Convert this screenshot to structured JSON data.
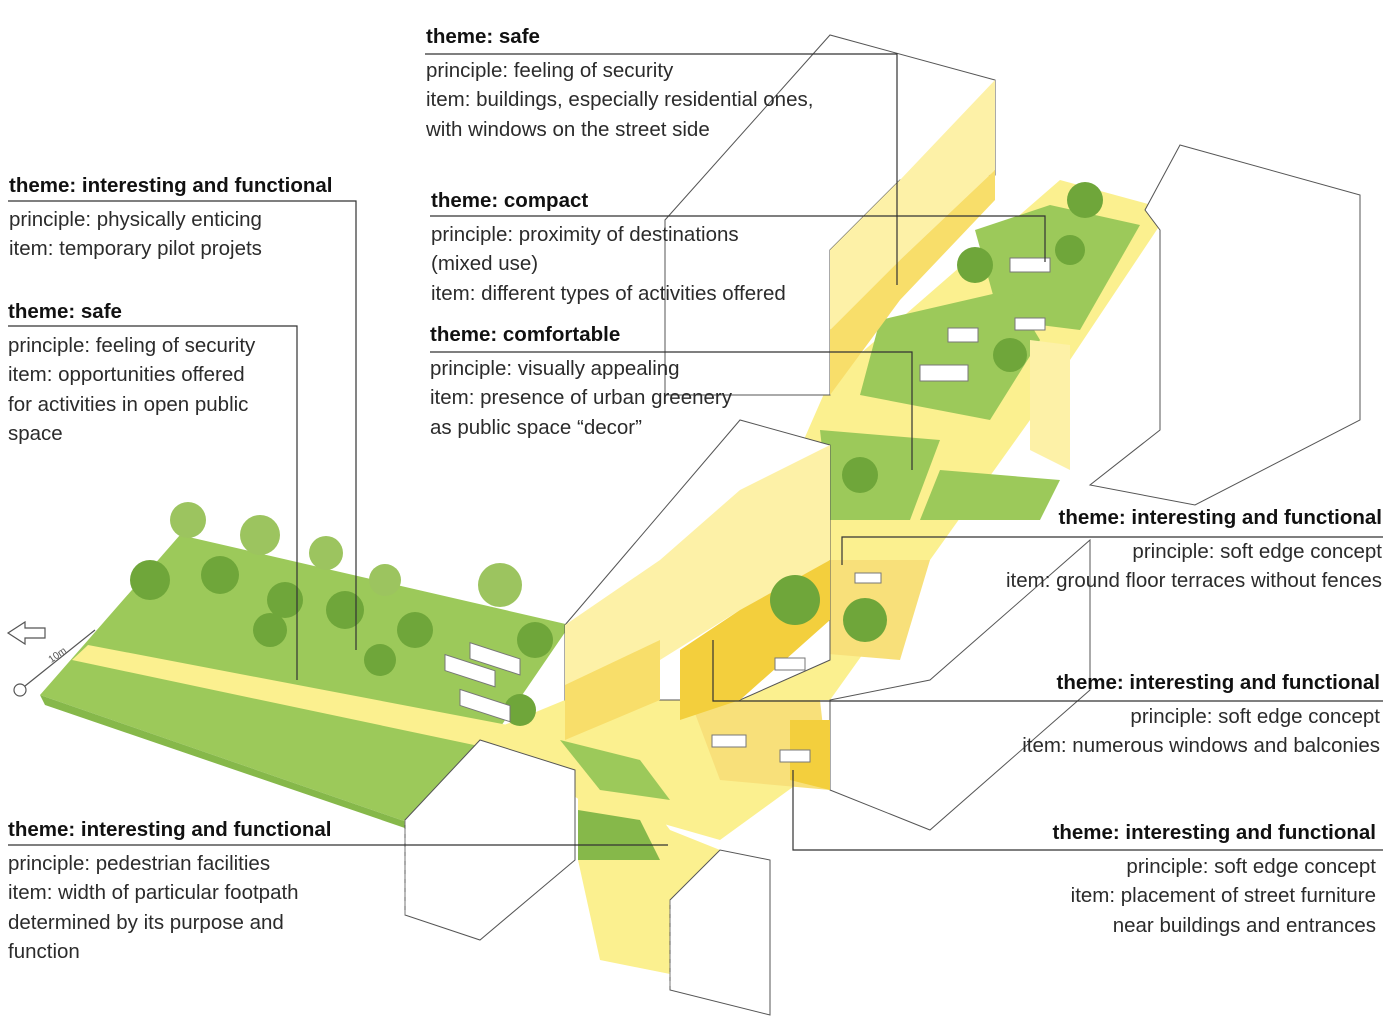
{
  "annotations": [
    {
      "id": "safe-top",
      "theme": "theme: safe",
      "lines": [
        "principle: feeling of security",
        "item: buildings, especially residential ones,",
        "with windows on the street side"
      ]
    },
    {
      "id": "interesting-left-top",
      "theme": "theme: interesting and functional",
      "lines": [
        "principle: physically enticing",
        "item: temporary pilot projets"
      ]
    },
    {
      "id": "compact",
      "theme": "theme: compact",
      "lines": [
        "principle: proximity of destinations",
        "(mixed use)",
        "item: different types of activities offered"
      ]
    },
    {
      "id": "safe-left",
      "theme": "theme: safe",
      "lines": [
        "principle: feeling of security",
        "item: opportunities offered",
        "for activities in open public",
        "space"
      ]
    },
    {
      "id": "comfortable",
      "theme": "theme: comfortable",
      "lines": [
        "principle: visually appealing",
        "item: presence of urban greenery",
        "as public space “decor”"
      ]
    },
    {
      "id": "interesting-right-1",
      "theme": "theme: interesting and functional",
      "lines": [
        "principle: soft edge concept",
        "item: ground floor terraces without fences"
      ]
    },
    {
      "id": "interesting-right-2",
      "theme": "theme: interesting and functional",
      "lines": [
        "principle: soft edge concept",
        "item: numerous windows and balconies"
      ]
    },
    {
      "id": "interesting-bottom-left",
      "theme": "theme: interesting and functional",
      "lines": [
        "principle: pedestrian facilities",
        "item: width of particular footpath",
        "determined by its purpose and",
        "function"
      ]
    },
    {
      "id": "interesting-right-3",
      "theme": "theme: interesting and functional",
      "lines": [
        "principle: soft edge concept",
        "item: placement of street furniture",
        "near buildings and entrances"
      ]
    }
  ],
  "scale_label": "10m",
  "colors": {
    "grass": "#9cc95a",
    "grass_dark": "#86b84a",
    "path": "#fbf08f",
    "path_dark": "#f6e06a",
    "facade_light": "#fdf1a7",
    "facade": "#f8de6a",
    "facade_dark": "#f3cf3d",
    "tree": "#6fa63a",
    "tree_light": "#9cc45f",
    "leader_line": "#333333"
  }
}
